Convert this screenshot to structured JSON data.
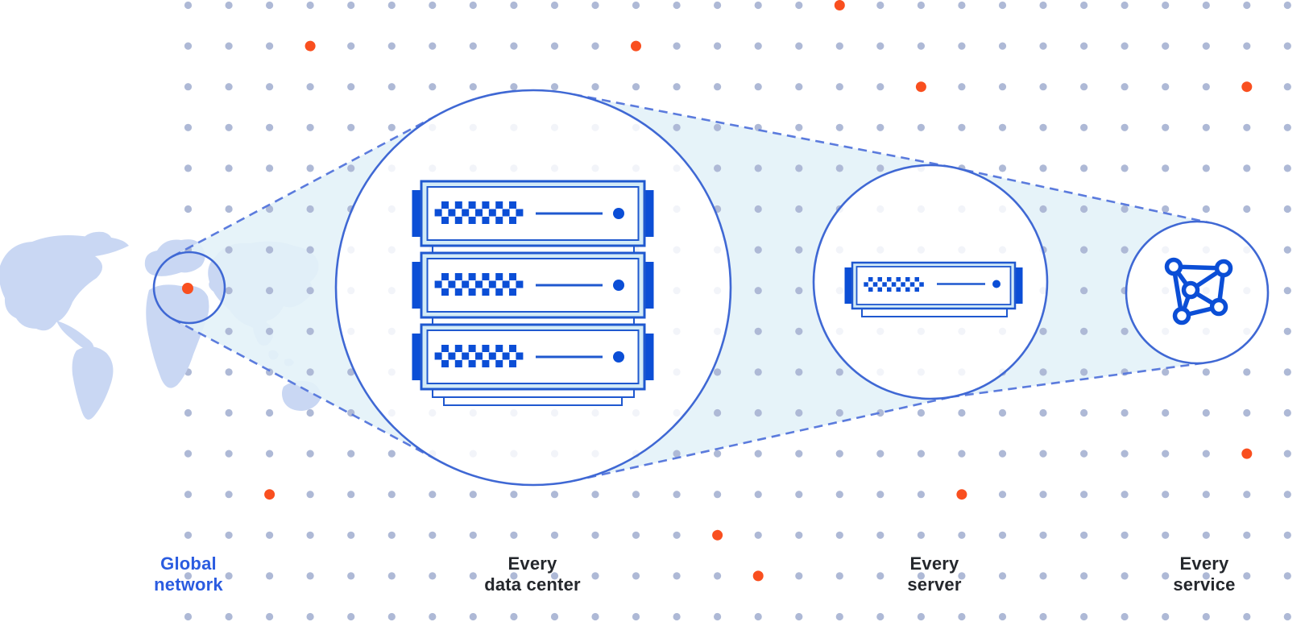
{
  "diagram": {
    "title": "Global network zoom diagram",
    "stages": [
      {
        "id": "global-network",
        "label": "Global network",
        "line1": "Global",
        "line2": "network",
        "icon": "world-map-icon",
        "accent": true
      },
      {
        "id": "every-data-center",
        "label": "Every data center",
        "line1": "Every",
        "line2": "data center",
        "icon": "server-rack-icon",
        "rack_units": 3
      },
      {
        "id": "every-server",
        "label": "Every server",
        "line1": "Every",
        "line2": "server",
        "icon": "server-icon",
        "rack_units": 1
      },
      {
        "id": "every-service",
        "label": "Every service",
        "line1": "Every",
        "line2": "service",
        "icon": "network-mesh-icon",
        "mesh_nodes": 5
      }
    ],
    "colors": {
      "background": "#ffffff",
      "grid_dot": "#aeb9d6",
      "accent_orange": "#f94f1f",
      "circle_stroke": "#3f68d4",
      "dash_stroke": "#5b7bdd",
      "cone_fill": "#e3f2f8",
      "map_fill": "#c9d7f3",
      "server_body_fill": "#d3ebf7",
      "server_stroke": "#1f58cf",
      "server_dark_blue": "#0b4ed6",
      "icon_blue": "#0b4ed6",
      "label_dark": "#24272c",
      "label_blue": "#2b5ce0",
      "circle_inner_fill": "#ffffff"
    }
  }
}
